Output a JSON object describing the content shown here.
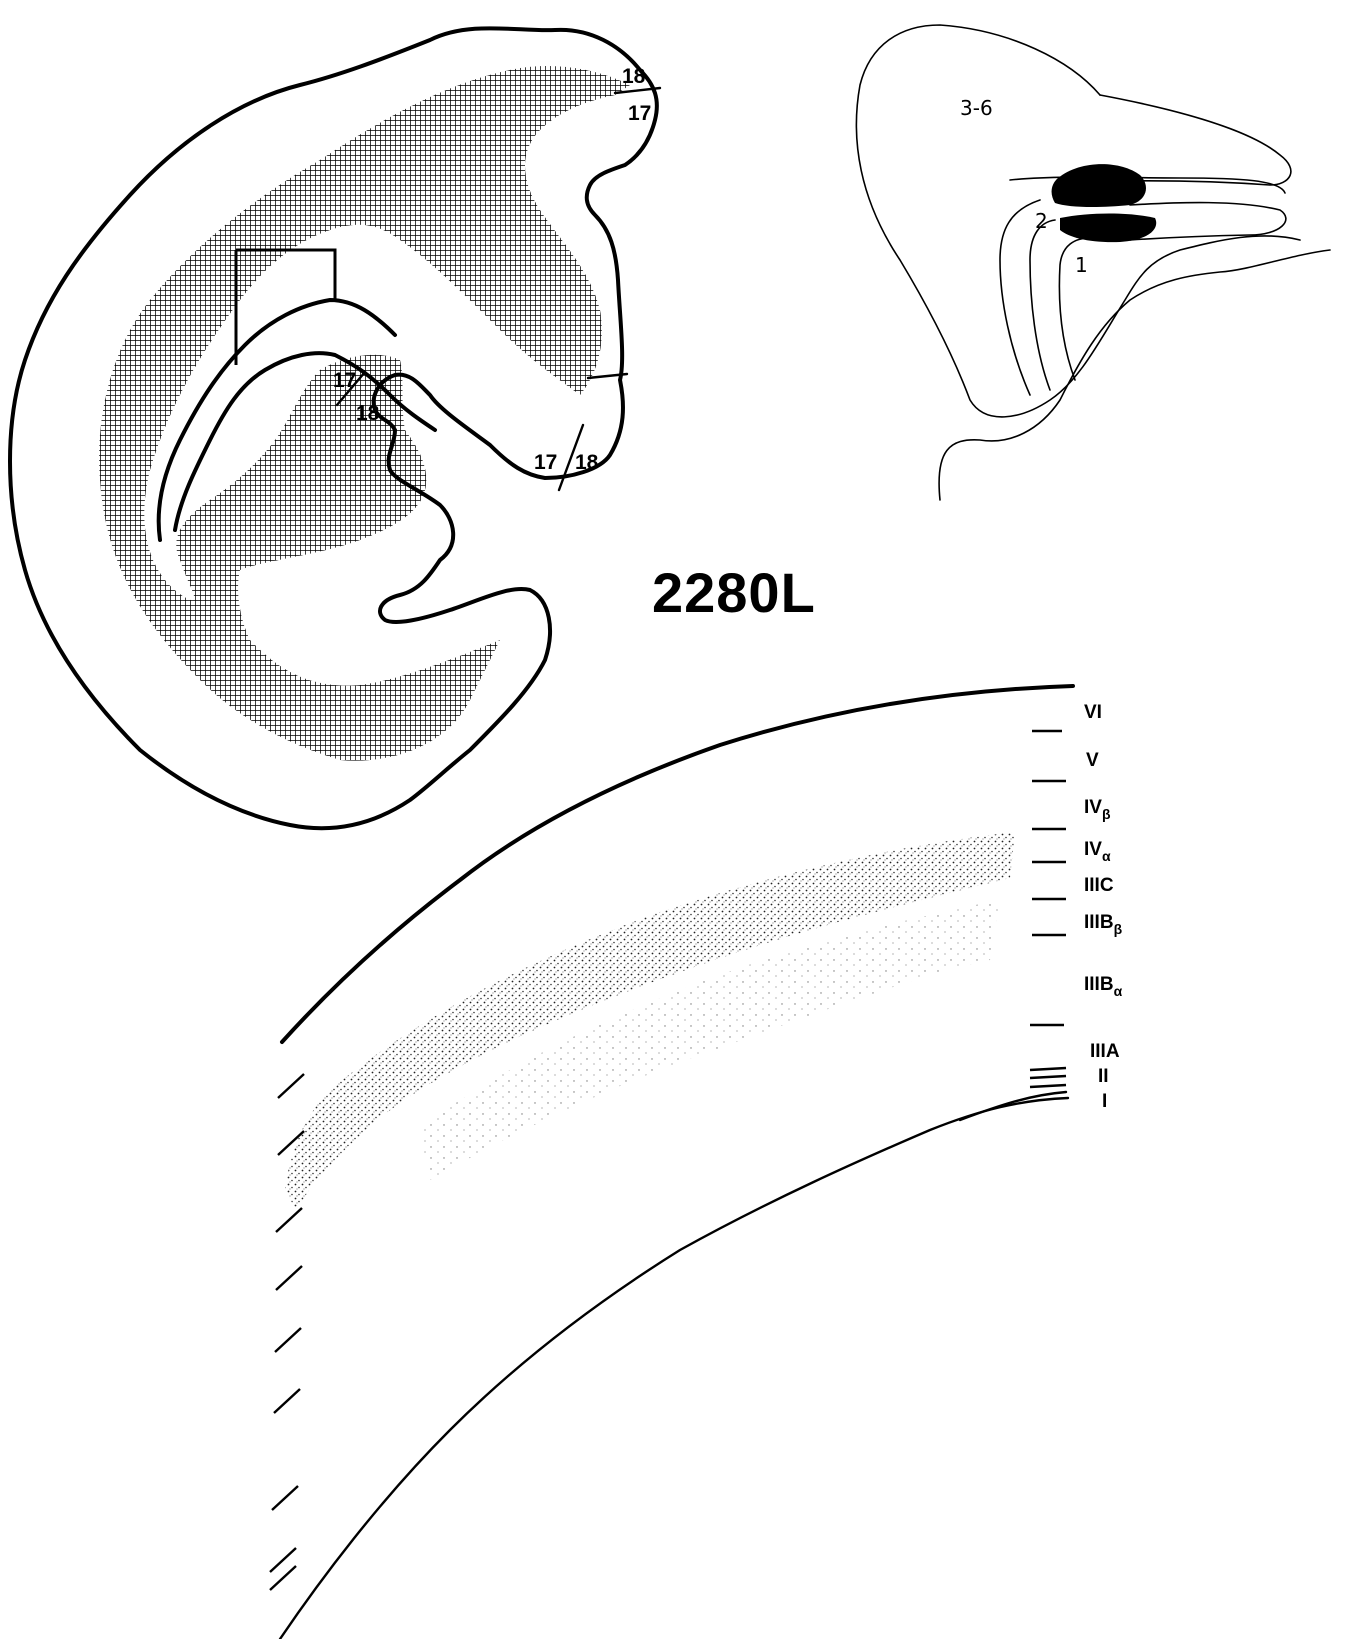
{
  "title": "2280L",
  "section": {
    "area_labels": [
      {
        "name": "area-18-top",
        "text": "18"
      },
      {
        "name": "area-17-top",
        "text": "17"
      },
      {
        "name": "area-17-mid",
        "text": "17"
      },
      {
        "name": "area-18-mid",
        "text": "18"
      },
      {
        "name": "area-17-bottom",
        "text": "17"
      },
      {
        "name": "area-18-bottom",
        "text": "18"
      }
    ]
  },
  "inset": {
    "labels": [
      {
        "name": "inset-label-3-6",
        "text": "3-6"
      },
      {
        "name": "inset-label-2",
        "text": "2"
      },
      {
        "name": "inset-label-1",
        "text": "1"
      }
    ]
  },
  "layers": [
    {
      "name": "layer-VI",
      "main": "VI",
      "sub": ""
    },
    {
      "name": "layer-V",
      "main": "V",
      "sub": ""
    },
    {
      "name": "layer-IVb",
      "main": "IV",
      "sub": "β"
    },
    {
      "name": "layer-IVa",
      "main": "IV",
      "sub": "α"
    },
    {
      "name": "layer-IIIC",
      "main": "IIIC",
      "sub": ""
    },
    {
      "name": "layer-IIIBb",
      "main": "IIIB",
      "sub": "β"
    },
    {
      "name": "layer-IIIBa",
      "main": "IIIB",
      "sub": "α"
    },
    {
      "name": "layer-IIIA",
      "main": "IIIA",
      "sub": ""
    },
    {
      "name": "layer-II",
      "main": "II",
      "sub": ""
    },
    {
      "name": "layer-I",
      "main": "I",
      "sub": ""
    }
  ],
  "colors": {
    "ink": "#000000",
    "paper": "#ffffff"
  }
}
